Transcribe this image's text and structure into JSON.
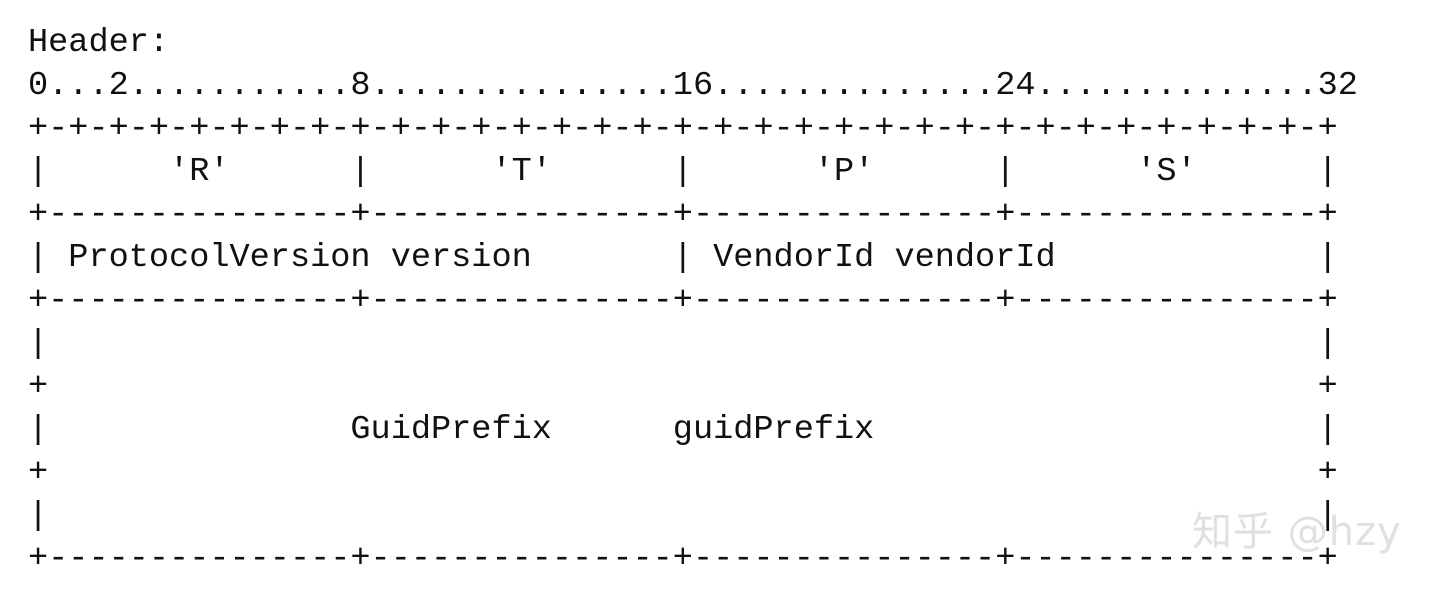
{
  "diagram": {
    "title": "Header:",
    "bit_ruler": "0...2...........8...............16..............24..............32",
    "rows": [
      "+-+-+-+-+-+-+-+-+-+-+-+-+-+-+-+-+-+-+-+-+-+-+-+-+-+-+-+-+-+-+-+-+",
      "|      'R'      |      'T'      |      'P'      |      'S'      |",
      "+---------------+---------------+---------------+---------------+",
      "| ProtocolVersion version       | VendorId vendorId             |",
      "+---------------+---------------+---------------+---------------+",
      "|                                                               |",
      "+                                                               +",
      "|               GuidPrefix      guidPrefix                      |",
      "+                                                               +",
      "|                                                               |",
      "+---------------+---------------+---------------+---------------+"
    ],
    "watermark": "知乎 @hzy"
  }
}
